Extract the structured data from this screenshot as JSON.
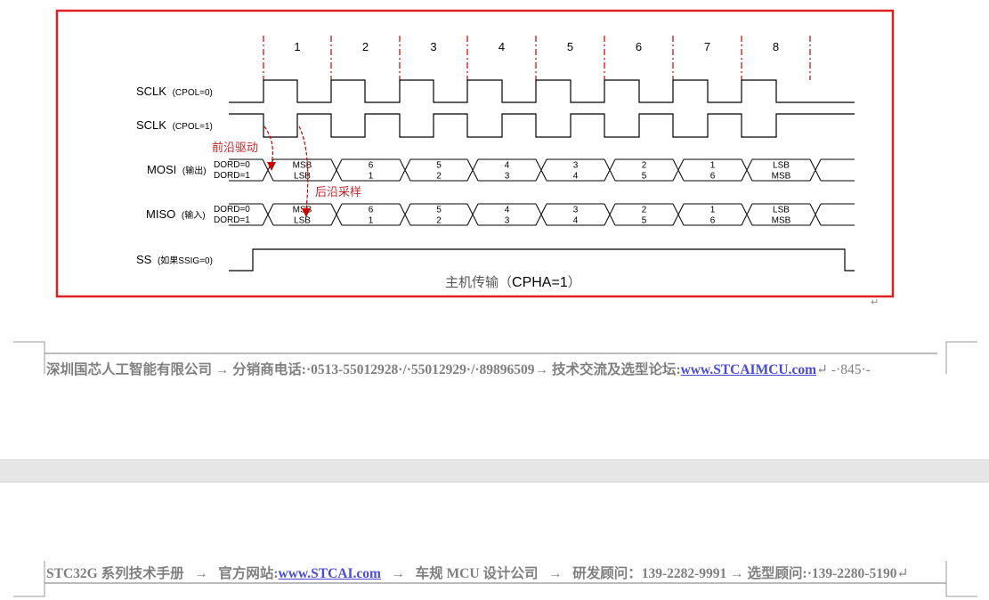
{
  "diagram": {
    "clock_numbers": [
      "1",
      "2",
      "3",
      "4",
      "5",
      "6",
      "7",
      "8"
    ],
    "signals": {
      "sclk0": {
        "name": "SCLK",
        "sub": "(CPOL=0)"
      },
      "sclk1": {
        "name": "SCLK",
        "sub": "(CPOL=1)"
      },
      "mosi": {
        "name": "MOSI",
        "sub": "(输出)",
        "dord0": "DORD=0",
        "dord1": "DORD=1"
      },
      "miso": {
        "name": "MISO",
        "sub": "(输入)",
        "dord0": "DORD=0",
        "dord1": "DORD=1"
      },
      "ss": {
        "name": "SS",
        "sub": "(如果SSIG=0)"
      }
    },
    "bit_labels_dord0": [
      "MSB",
      "6",
      "5",
      "4",
      "3",
      "2",
      "1",
      "LSB"
    ],
    "bit_labels_dord1": [
      "LSB",
      "1",
      "2",
      "3",
      "4",
      "5",
      "6",
      "MSB"
    ],
    "annotation_leading": "前沿驱动",
    "annotation_trailing": "后沿采样",
    "caption_prefix": "主机传输（",
    "caption_main": "CPHA=1",
    "caption_suffix": "）",
    "colors": {
      "highlight_border": "#e02020",
      "annotation": "#c0272d",
      "dash": "#cc0000"
    }
  },
  "footer1": {
    "company": "深圳国芯人工智能有限公司",
    "sales_label": "分销商电话:",
    "phones": "·0513-55012928·/·55012929·/·89896509",
    "forum_label": "技术交流及选型论坛:",
    "forum_url": "www.STCAIMCU.com",
    "page_number": "-·845·-"
  },
  "footer2": {
    "manual": "STC32G 系列技术手册",
    "website_label": "官方网站:",
    "website_url": "www.STCAI.com",
    "company": "车规 MCU 设计公司",
    "rd_label": "研发顾问：",
    "rd_phone": "139-2282-9991",
    "sel_label": "选型顾问:",
    "sel_phone": "·139-2280-5190"
  },
  "arrow_glyph": "→",
  "para_mark": "↵"
}
